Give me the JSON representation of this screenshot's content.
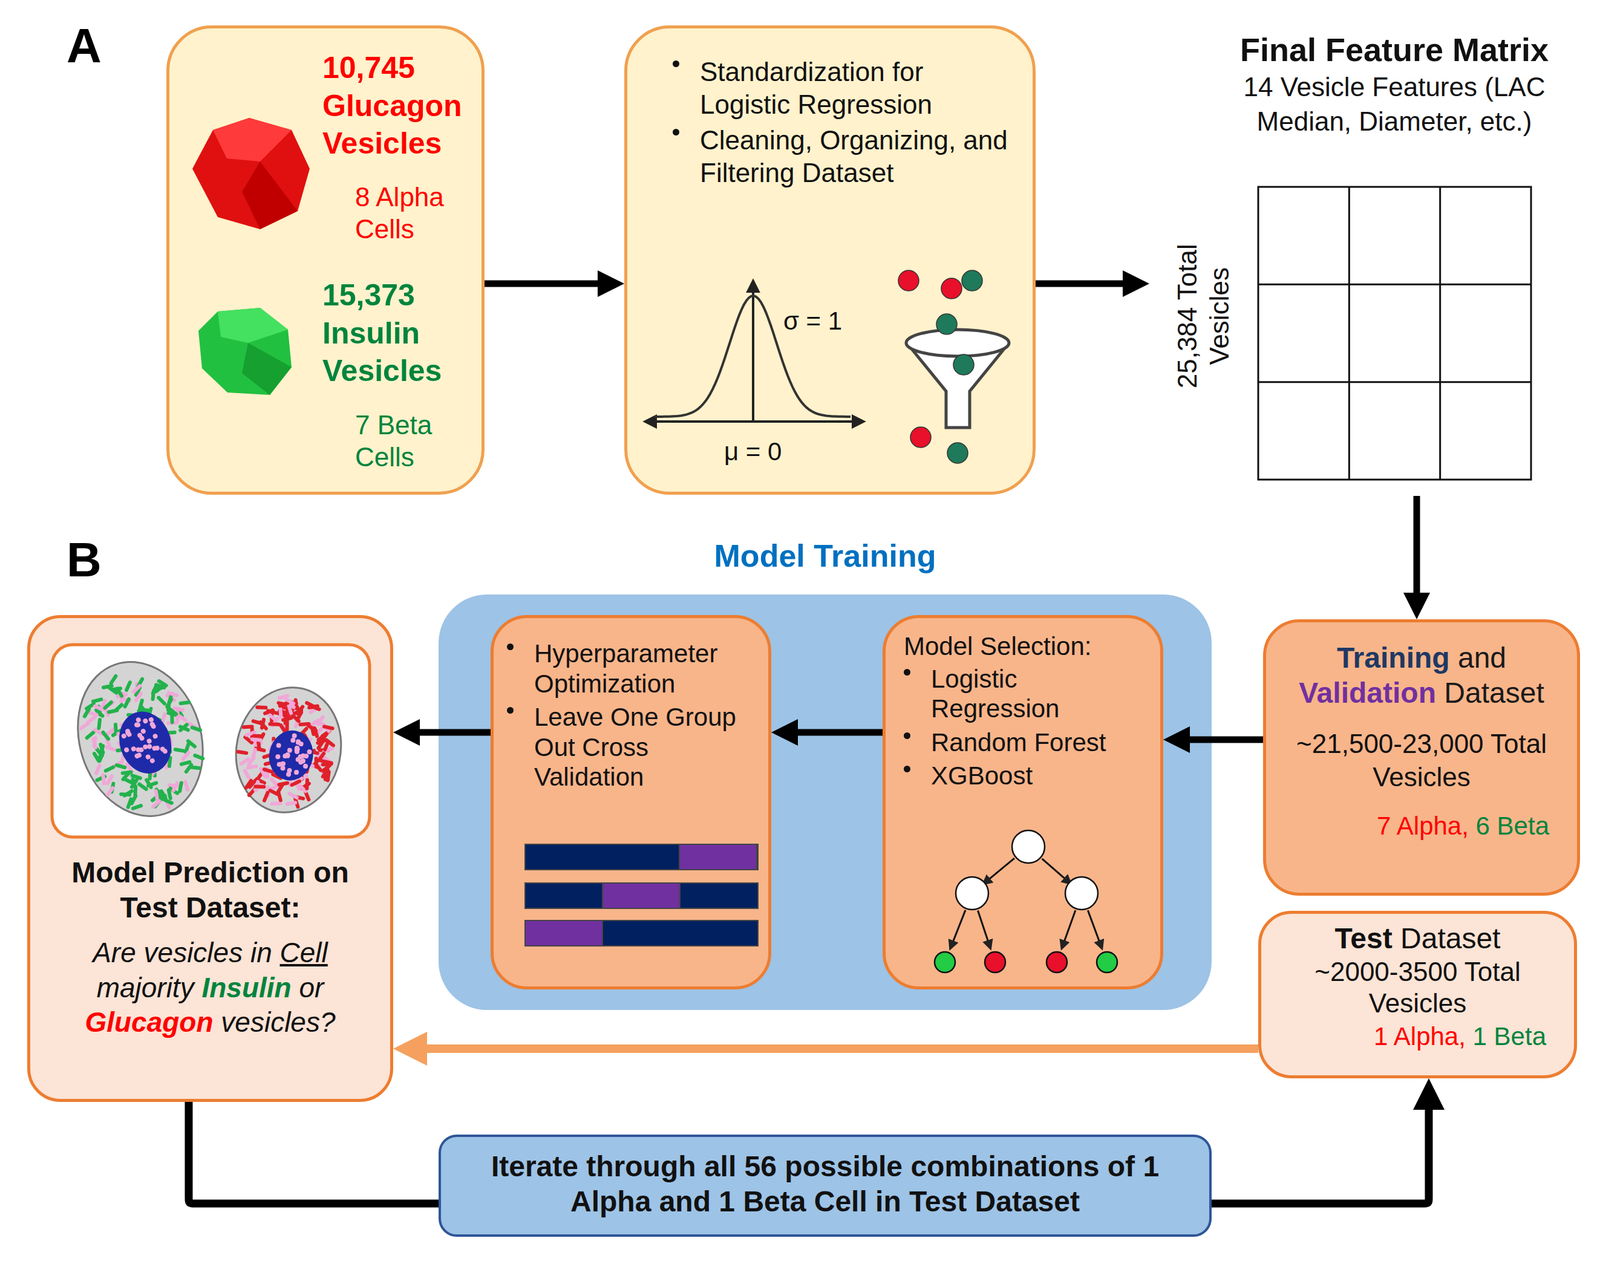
{
  "diagram": {
    "nodes": [
      {
        "text": [
          "10,745 Glucagon Vesicles",
          "8 Alpha Cells",
          "15,373 Insulin Vesicles",
          "7 Beta Cells"
        ]
      },
      {
        "text": [
          "Standardization for Logistic Regression",
          "Cleaning, Organizing, and Filtering Dataset",
          "σ = 1",
          "μ = 0"
        ]
      },
      {
        "text": [
          "Final Feature Matrix",
          "14 Vesicle Features (LAC Median, Diameter, etc.)",
          "25,384 Total Vesicles"
        ]
      },
      {
        "text": [
          "Training and Validation Dataset",
          "~21,500-23,000 Total Vesicles",
          "7 Alpha, 6 Beta"
        ]
      },
      {
        "text": [
          "Test Dataset",
          "~2000-3500 Total Vesicles",
          "1 Alpha, 1 Beta"
        ]
      },
      {
        "text": [
          "Model Training"
        ]
      },
      {
        "text": [
          "Model Selection:",
          "Logistic Regression",
          "Random Forest",
          "XGBoost"
        ],
        "in": 5
      },
      {
        "text": [
          "Hyperparameter Optimization",
          "Leave One Group Out Cross Validation"
        ],
        "in": 5
      },
      {
        "text": [
          "Model Prediction on Test Dataset:",
          "Are vesicles in Cell majority Insulin or Glucagon vesicles?"
        ]
      },
      {
        "text": [
          "Iterate through all 56 possible combinations of 1 Alpha and 1 Beta Cell in Test Dataset"
        ]
      }
    ],
    "edges": [
      {
        "from": 0,
        "to": 1,
        "arrow": "to"
      },
      {
        "from": 1,
        "to": 2,
        "arrow": "to"
      },
      {
        "from": 2,
        "to": 3,
        "arrow": "to"
      },
      {
        "from": 3,
        "to": 6,
        "arrow": "to"
      },
      {
        "from": 6,
        "to": 7,
        "arrow": "to"
      },
      {
        "from": 7,
        "to": 8,
        "arrow": "to"
      },
      {
        "from": 4,
        "to": 8,
        "arrow": "to"
      },
      {
        "from": 8,
        "to": 9,
        "arrow": "none"
      },
      {
        "from": 9,
        "to": 4,
        "arrow": "to"
      }
    ],
    "labels": [
      "A",
      "B"
    ]
  }
}
